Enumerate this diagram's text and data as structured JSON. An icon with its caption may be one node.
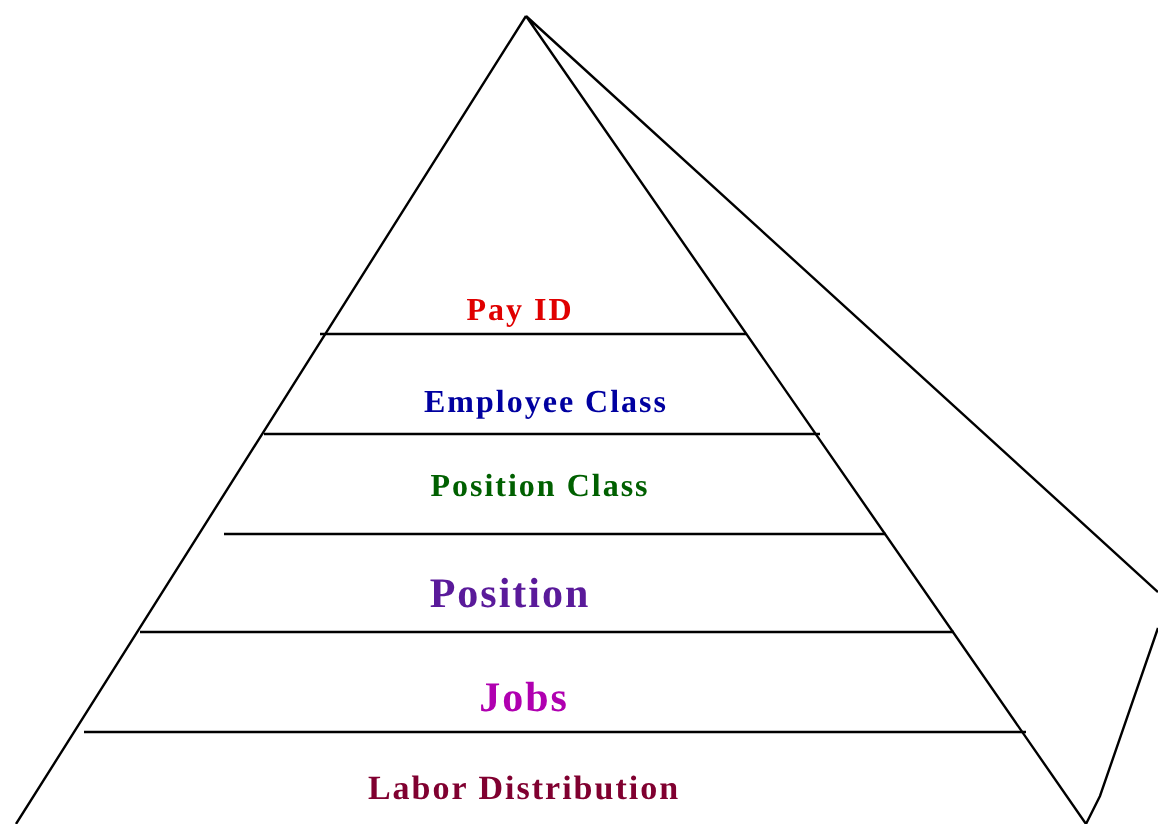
{
  "diagram": {
    "nodes": [
      {
        "text": [
          "Pay ID"
        ]
      },
      {
        "text": [
          "Employee Class"
        ]
      },
      {
        "text": [
          "Position Class"
        ]
      },
      {
        "text": [
          "Position"
        ]
      },
      {
        "text": [
          "Jobs"
        ]
      },
      {
        "text": [
          "Labor Distribution"
        ]
      }
    ]
  }
}
